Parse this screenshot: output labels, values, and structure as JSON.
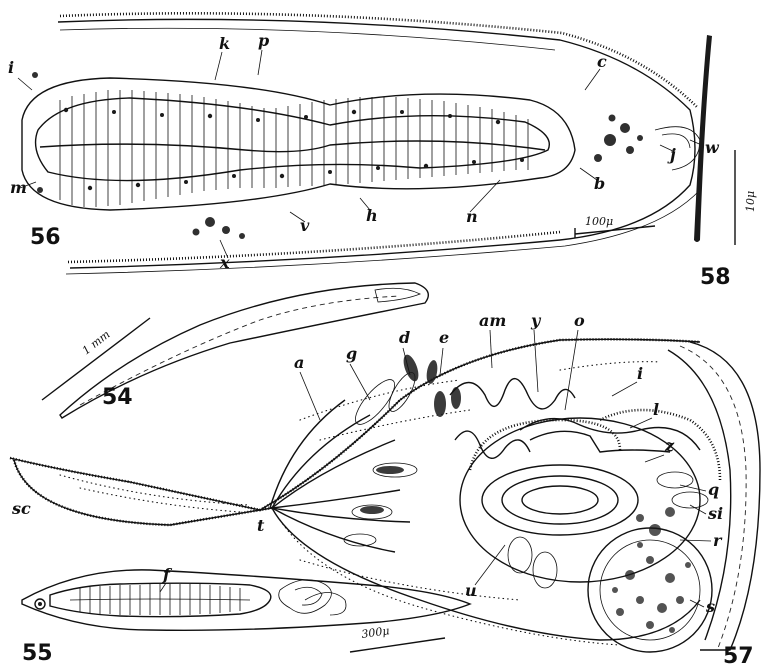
{
  "figures": {
    "f54": {
      "number": "54",
      "scale_label": "1 mm"
    },
    "f55": {
      "number": "55",
      "scale_label": "300μ",
      "labels": [
        "f"
      ]
    },
    "f56": {
      "number": "56",
      "scale_label": "100μ",
      "labels": [
        "k",
        "p",
        "i",
        "c",
        "w",
        "j",
        "b",
        "m",
        "n",
        "h",
        "v",
        "x"
      ]
    },
    "f57": {
      "number": "57",
      "labels": [
        "a",
        "g",
        "d",
        "e",
        "am",
        "y",
        "o",
        "i",
        "l",
        "z",
        "q",
        "si",
        "r",
        "s",
        "u",
        "t",
        "sc"
      ]
    },
    "f58": {
      "number": "58",
      "scale_label": "10μ"
    }
  }
}
